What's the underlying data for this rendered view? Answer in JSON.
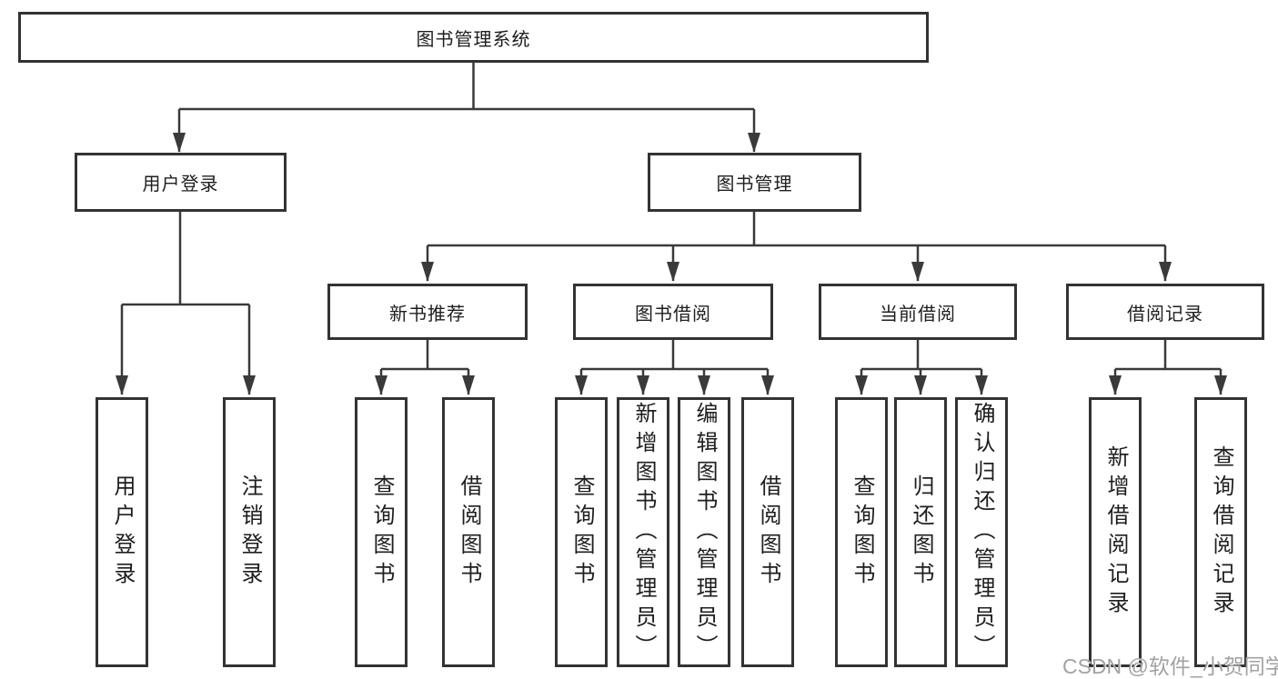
{
  "diagram": {
    "root": {
      "label": "图书管理系统"
    },
    "level2": [
      {
        "label": "用户登录"
      },
      {
        "label": "图书管理"
      }
    ],
    "level3": [
      {
        "label": "新书推荐"
      },
      {
        "label": "图书借阅"
      },
      {
        "label": "当前借阅"
      },
      {
        "label": "借阅记录"
      }
    ],
    "leaves": {
      "user_login": [
        "用户登录",
        "注销登录"
      ],
      "new_book_recommend": [
        "查询图书",
        "借阅图书"
      ],
      "book_borrowing": [
        "查询图书",
        "新增图书（管理员）",
        "编辑图书（管理员）",
        "借阅图书"
      ],
      "current_borrowing": [
        "查询图书",
        "归还图书",
        "确认归还（管理员）"
      ],
      "borrowing_records": [
        "新增借阅记录",
        "查询借阅记录"
      ]
    }
  },
  "watermark": {
    "text": "CSDN @软件_小贺同学"
  },
  "colors": {
    "line": "#3a3a3a",
    "box_border": "#333333",
    "text": "#1e1e1e",
    "watermark": "#a2a2a2",
    "background": "#ffffff"
  }
}
